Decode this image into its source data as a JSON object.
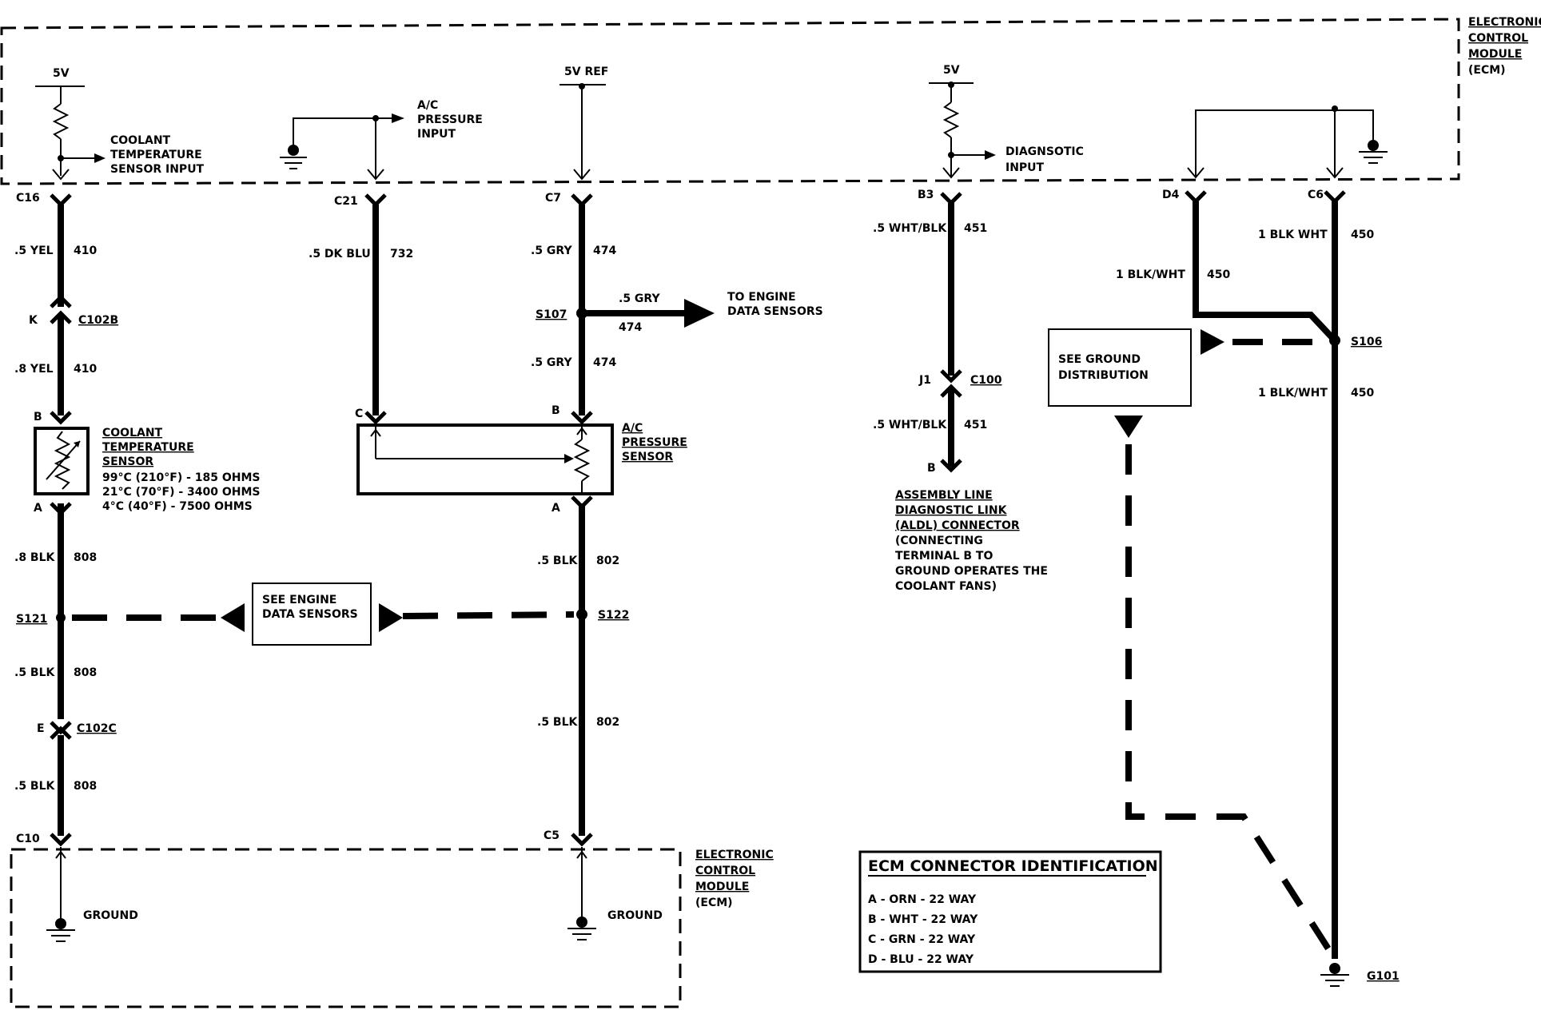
{
  "ecm_top": {
    "label": [
      "ELECTRONIC",
      "CONTROL",
      "MODULE",
      "(ECM)"
    ]
  },
  "ecm_bottom": {
    "label": [
      "ELECTRONIC",
      "CONTROL",
      "MODULE",
      "(ECM)"
    ]
  },
  "coolant_circuit": {
    "supply": "5V",
    "input_label": [
      "COOLANT",
      "TEMPERATURE",
      "SENSOR INPUT"
    ],
    "pin_top": "C16",
    "wire1_color": ".5 YEL",
    "wire1_num": "410",
    "conn_pin": "K",
    "conn_name": "C102B",
    "wire2_color": ".8 YEL",
    "wire2_num": "410",
    "sensor_pin_top": "B",
    "sensor_label": [
      "COOLANT",
      "TEMPERATURE",
      "SENSOR"
    ],
    "sensor_specs": [
      "99°C (210°F) - 185 OHMS",
      "21°C (70°F) - 3400 OHMS",
      "4°C (40°F) - 7500 OHMS"
    ],
    "sensor_pin_bottom": "A",
    "wire3_color": ".8 BLK",
    "wire3_num": "808",
    "splice": "S121",
    "wire4_color": ".5 BLK",
    "wire4_num": "808",
    "conn2_pin": "E",
    "conn2_name": "C102C",
    "wire5_color": ".5 BLK",
    "wire5_num": "808",
    "pin_bottom": "C10",
    "ground_label": "GROUND"
  },
  "see_engine_box": {
    "text": [
      "SEE ENGINE",
      "DATA SENSORS"
    ]
  },
  "ac_circuit": {
    "input_label": [
      "A/C",
      "PRESSURE",
      "INPUT"
    ],
    "pin_c21": "C21",
    "wire_c21_color": ".5 DK BLU",
    "wire_c21_num": "732",
    "sensor_pin_c": "C",
    "supply": "5V REF",
    "pin_c7": "C7",
    "wire1_color": ".5 GRY",
    "wire1_num": "474",
    "splice": "S107",
    "branch_color": ".5 GRY",
    "branch_num": "474",
    "branch_dest": [
      "TO ENGINE",
      "DATA SENSORS"
    ],
    "wire2_color": ".5 GRY",
    "wire2_num": "474",
    "sensor_pin_b": "B",
    "sensor_label": [
      "A/C",
      "PRESSURE",
      "SENSOR"
    ],
    "sensor_pin_a": "A",
    "wire3_color": ".5 BLK",
    "wire3_num": "802",
    "splice2": "S122",
    "wire4_color": ".5 BLK",
    "wire4_num": "802",
    "pin_bottom": "C5",
    "ground_label": "GROUND"
  },
  "diag_circuit": {
    "supply": "5V",
    "input_label": [
      "DIAGNSOTIC",
      "INPUT"
    ],
    "pin_top": "B3",
    "wire1_color": ".5 WHT/BLK",
    "wire1_num": "451",
    "conn_pin": "J1",
    "conn_name": "C100",
    "wire2_color": ".5 WHT/BLK",
    "wire2_num": "451",
    "end_pin": "B",
    "aldl_label": [
      "ASSEMBLY LINE",
      "DIAGNOSTIC LINK",
      "(ALDL) CONNECTOR"
    ],
    "aldl_note": [
      "(CONNECTING",
      "TERMINAL B TO",
      "GROUND OPERATES THE",
      "COOLANT FANS)"
    ]
  },
  "ground_circuit": {
    "pin_d4": "D4",
    "pin_c6": "C6",
    "wire_c6_color": "1 BLK WHT",
    "wire_c6_num": "450",
    "wire_d4_color": "1 BLK/WHT",
    "wire_d4_num": "450",
    "splice": "S106",
    "wire_down_color": "1 BLK/WHT",
    "wire_down_num": "450",
    "ground_dist_box": [
      "SEE GROUND",
      "DISTRIBUTION"
    ],
    "ground_point": "G101"
  },
  "connector_id": {
    "title": "ECM CONNECTOR IDENTIFICATION",
    "rows": [
      "A - ORN - 22 WAY",
      "B - WHT - 22 WAY",
      "C - GRN - 22 WAY",
      "D - BLU - 22 WAY"
    ]
  }
}
